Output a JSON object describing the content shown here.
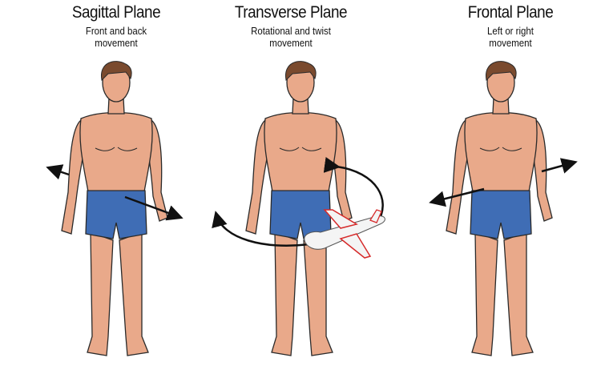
{
  "panels": [
    {
      "title": "Sagittal Plane",
      "subtitle_line1": "Front and back",
      "subtitle_line2": "movement"
    },
    {
      "title": "Transverse Plane",
      "subtitle_line1": "Rotational and twist",
      "subtitle_line2": "movement"
    },
    {
      "title": "Frontal Plane",
      "subtitle_line1": "Left or right",
      "subtitle_line2": "movement"
    }
  ],
  "colors": {
    "skin": "#E9A98A",
    "shorts": "#3F6DB5",
    "hair": "#7A4A2E",
    "outline": "#2a2a2a",
    "arrow": "#111111",
    "plane_trim": "#D62B2B"
  }
}
